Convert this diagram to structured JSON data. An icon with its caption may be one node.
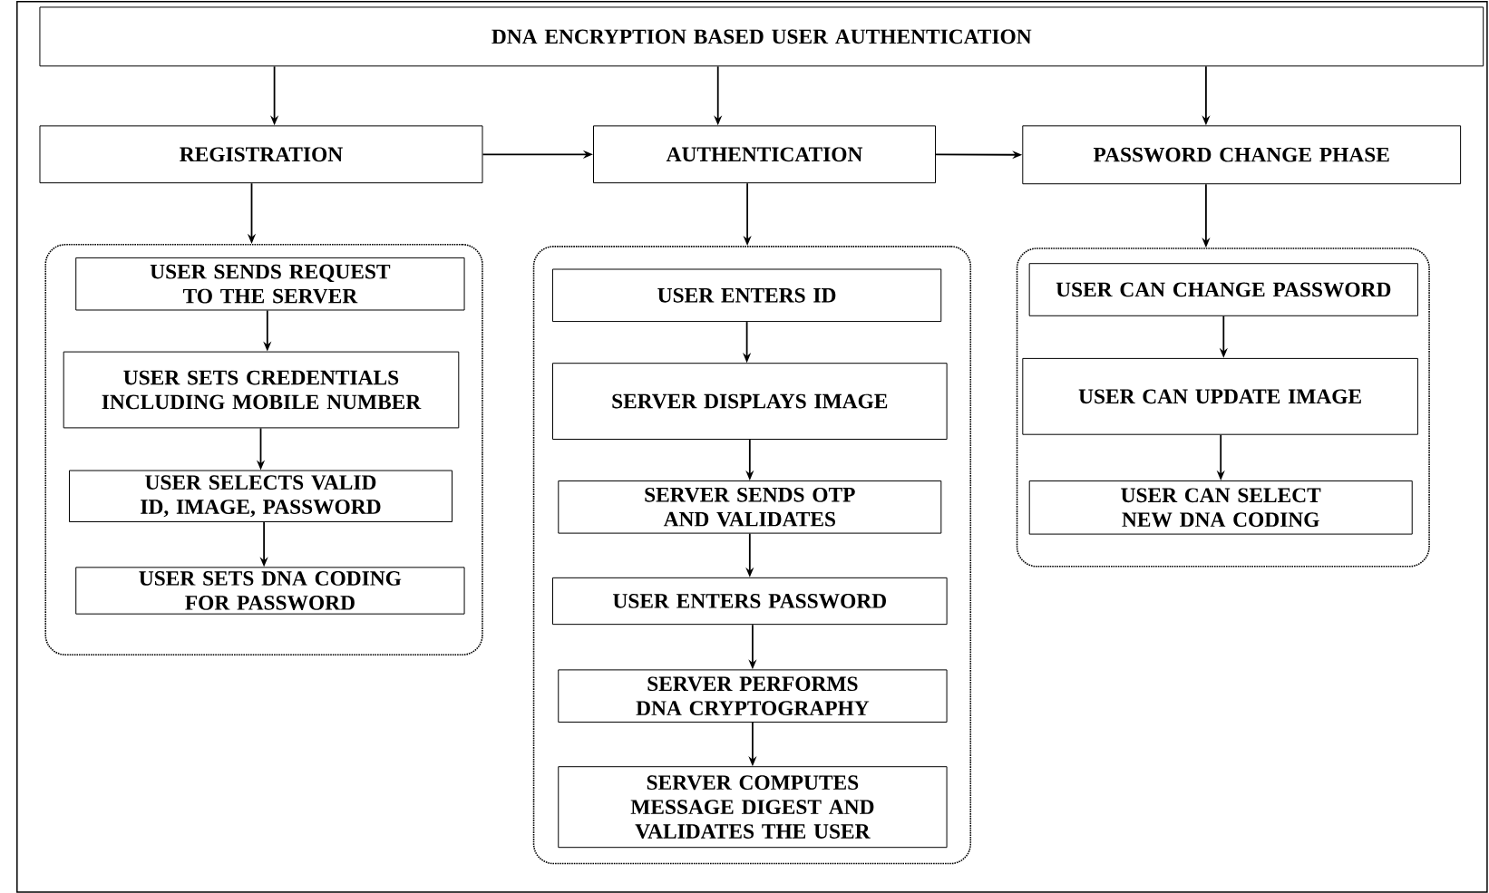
{
  "diagram": {
    "nodes": [
      {
        "text": [
          "DNA ENCRYPTION BASED USER AUTHENTICATION"
        ]
      },
      {
        "text": [
          "REGISTRATION"
        ]
      },
      {
        "text": [
          "AUTHENTICATION"
        ]
      },
      {
        "text": [
          "PASSWORD CHANGE PHASE"
        ]
      },
      {
        "text": [],
        "shape": "box"
      },
      {
        "text": [
          "USER SENDS REQUEST TO THE SERVER"
        ],
        "in": 4
      },
      {
        "text": [
          "USER SETS CREDENTIALS INCLUDING MOBILE NUMBER"
        ],
        "in": 4
      },
      {
        "text": [
          "USER SELECTS VALID ID, IMAGE, PASSWORD"
        ],
        "in": 4
      },
      {
        "text": [
          "USER SETS DNA CODING FOR PASSWORD"
        ],
        "in": 4
      },
      {
        "text": [],
        "shape": "box"
      },
      {
        "text": [
          "USER ENTERS ID"
        ],
        "in": 9
      },
      {
        "text": [
          "SERVER DISPLAYS IMAGE"
        ],
        "in": 9
      },
      {
        "text": [
          "SERVER SENDS OTP AND VALIDATES"
        ],
        "in": 9
      },
      {
        "text": [
          "USER ENTERS PASSWORD"
        ],
        "in": 9
      },
      {
        "text": [
          "SERVER PERFORMS DNA CRYPTOGRAPHY"
        ],
        "in": 9
      },
      {
        "text": [
          "SERVER COMPUTES MESSAGE DIGEST AND VALIDATES THE USER"
        ],
        "in": 9
      },
      {
        "text": [],
        "shape": "box"
      },
      {
        "text": [
          "USER CAN CHANGE PASSWORD"
        ],
        "in": 16
      },
      {
        "text": [
          "USER CAN UPDATE IMAGE"
        ],
        "in": 16
      },
      {
        "text": [
          "USER CAN SELECT NEW DNA CODING"
        ],
        "in": 16
      }
    ],
    "edges": [
      {
        "from": 0,
        "to": 1,
        "arrow": "to"
      },
      {
        "from": 0,
        "to": 2,
        "arrow": "to"
      },
      {
        "from": 0,
        "to": 3,
        "arrow": "to"
      },
      {
        "from": 1,
        "to": 2,
        "arrow": "to"
      },
      {
        "from": 2,
        "to": 3,
        "arrow": "to"
      },
      {
        "from": 1,
        "to": 4,
        "arrow": "to"
      },
      {
        "from": 2,
        "to": 9,
        "arrow": "to"
      },
      {
        "from": 3,
        "to": 16,
        "arrow": "to"
      },
      {
        "from": 5,
        "to": 6,
        "arrow": "to"
      },
      {
        "from": 6,
        "to": 7,
        "arrow": "to"
      },
      {
        "from": 7,
        "to": 8,
        "arrow": "to"
      },
      {
        "from": 10,
        "to": 11,
        "arrow": "to"
      },
      {
        "from": 11,
        "to": 12,
        "arrow": "to"
      },
      {
        "from": 12,
        "to": 13,
        "arrow": "to"
      },
      {
        "from": 13,
        "to": 14,
        "arrow": "to"
      },
      {
        "from": 14,
        "to": 15,
        "arrow": "to"
      },
      {
        "from": 17,
        "to": 18,
        "arrow": "to"
      },
      {
        "from": 18,
        "to": 19,
        "arrow": "to"
      }
    ]
  }
}
